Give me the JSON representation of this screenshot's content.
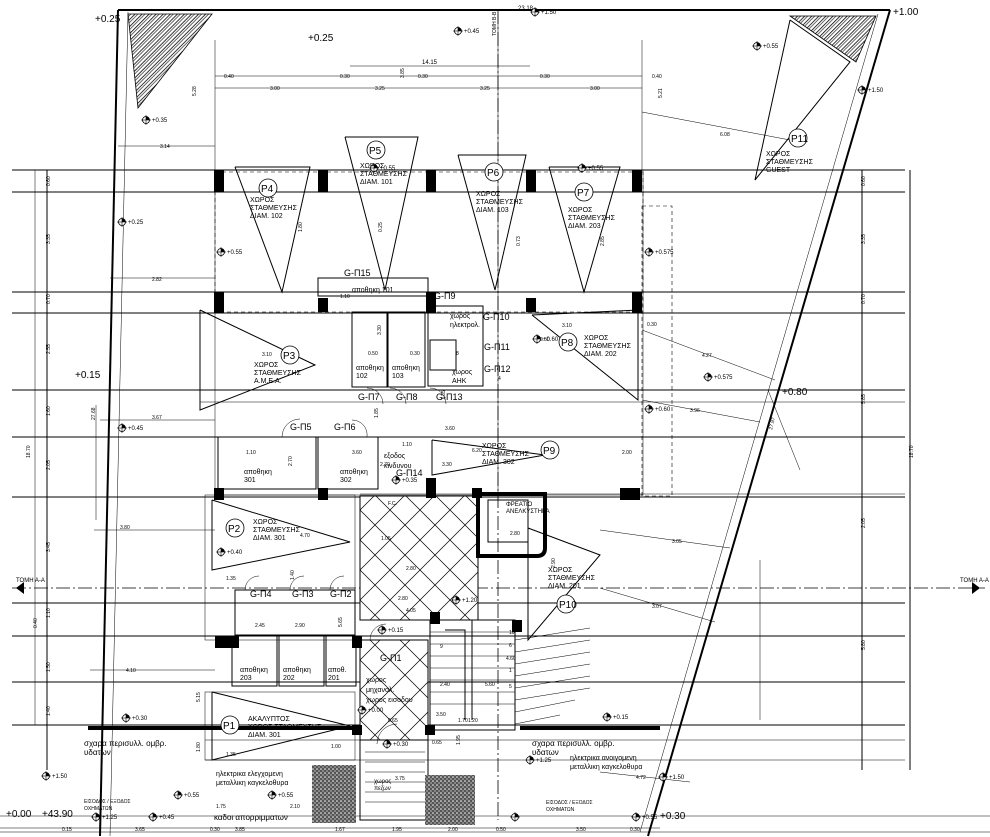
{
  "levels": {
    "top_left": "+0.25",
    "top_mid": "+0.25",
    "top_right": "+1.00",
    "left_mid": "+0.15",
    "right_mid": "+0.80",
    "bottom_left": "+0.00",
    "bottom_left_b": "+43.90",
    "bottom_right": "+0.30",
    "spots": [
      "+0.45",
      "+1.50",
      "+0.55",
      "+0.35",
      "+1.50",
      "+0.55",
      "+0.55",
      "+0.25",
      "+0.55",
      "+0.575",
      "+0.60",
      "+0.575",
      "+0.60",
      "+0.45",
      "+0.40",
      "+0.35",
      "+1.20",
      "+0.15",
      "+0.00",
      "+0.30",
      "+1.25",
      "+0.15",
      "+1.50",
      "+0.30",
      "+1.25",
      "+0.45",
      "+0.55",
      "+0.55",
      "+1.50",
      "+0.55"
    ]
  },
  "sections": {
    "left": "ΤΟΜΗ Α-Α",
    "right": "ΤΟΜΗ Α-Α",
    "top": "ΤΟΜΗ Β-Β"
  },
  "dims": {
    "top_total": "23.18",
    "top_inner": "14.15",
    "top_segments": [
      "0.40",
      "3.00",
      "0.30",
      "3.25",
      "0.30",
      "3.25",
      "0.30",
      "3.00",
      "0.40"
    ],
    "top_v": [
      "3.85",
      "5.28",
      "5.21"
    ],
    "left_v": [
      "0.60",
      "3.35",
      "0.70",
      "2.55",
      "1.60",
      "2.05",
      "3.45",
      "1.10",
      "0.40",
      "1.50",
      "1.40",
      "27.68",
      "18.70"
    ],
    "right_v": [
      "0.60",
      "3.35",
      "0.70",
      "5.85",
      "2.05",
      "5.80",
      "18.70",
      "27.97"
    ],
    "bottom": [
      "0.15",
      "3.65",
      "0.30",
      "3.85",
      "1.67",
      "1.95",
      "2.00",
      "0.50",
      "3.50",
      "0.30"
    ],
    "misc": [
      "3.14",
      "2.82",
      "3.67",
      "3.80",
      "4.10",
      "6.08",
      "4.27",
      "3.96",
      "3.05",
      "3.07",
      "4.72",
      "4.70",
      "3.10",
      "3.10",
      "6.20",
      "0.50",
      "0.30",
      "0.50",
      "0.30",
      "1.10",
      "1.10",
      "3.60",
      "1.10",
      "3.30",
      "2.00",
      "1.80",
      "0.25",
      "0.73",
      "2.85",
      "2.70",
      "2.70",
      "3.60",
      "3.30",
      "1.85",
      "1.85",
      "2.90",
      "2.45",
      "2.90",
      "5.65",
      "1.40",
      "1.35",
      "1.35",
      "1.05",
      "2.80",
      "2.80",
      "2.80",
      "4.05",
      "0.65",
      "0.65",
      "3.75",
      "1.95",
      "5.15",
      "1.80",
      "1.00",
      "1.75",
      "2.10",
      "3.50",
      "4.60",
      "5.60",
      "2.40",
      "1.70",
      "1.20",
      "10",
      "6",
      "1",
      "5",
      "9",
      "8",
      "7",
      "4",
      "3",
      "2",
      "6",
      "10",
      "1.55",
      "0.65",
      "0.85"
    ]
  },
  "parking": [
    {
      "id": "P1",
      "lines": [
        "ΑΚΑΛΥΠΤΟΣ",
        "ΧΩΡΟΣ ΣΤΑΘΜΕΥΣΗΣ",
        "ΔΙΑΜ. 301"
      ]
    },
    {
      "id": "P2",
      "lines": [
        "ΧΩΡΟΣ",
        "ΣΤΑΘΜΕΥΣΗΣ",
        "ΔΙΑΜ. 301"
      ]
    },
    {
      "id": "P3",
      "lines": [
        "ΧΩΡΟΣ",
        "ΣΤΑΘΜΕΥΣΗΣ",
        "Α.Μ.Ε.Α."
      ]
    },
    {
      "id": "P4",
      "lines": [
        "ΧΩΡΟΣ",
        "ΣΤΑΘΜΕΥΣΗΣ",
        "ΔΙΑΜ. 102"
      ]
    },
    {
      "id": "P5",
      "lines": [
        "ΧΩΡΟΣ",
        "ΣΤΑΘΜΕΥΣΗΣ",
        "ΔΙΑΜ. 101"
      ]
    },
    {
      "id": "P6",
      "lines": [
        "ΧΩΡΟΣ",
        "ΣΤΑΘΜΕΥΣΗΣ",
        "ΔΙΑΜ. 103"
      ]
    },
    {
      "id": "P7",
      "lines": [
        "ΧΩΡΟΣ",
        "ΣΤΑΘΜΕΥΣΗΣ",
        "ΔΙΑΜ. 203"
      ]
    },
    {
      "id": "P8",
      "lines": [
        "ΧΩΡΟΣ",
        "ΣΤΑΘΜΕΥΣΗΣ",
        "ΔΙΑΜ. 202"
      ]
    },
    {
      "id": "P9",
      "lines": [
        "ΧΩΡΟΣ",
        "ΣΤΑΘΜΕΥΣΗΣ",
        "ΔΙΑΜ. 302"
      ]
    },
    {
      "id": "P10",
      "lines": [
        "ΧΩΡΟΣ",
        "ΣΤΑΘΜΕΥΣΗΣ",
        "ΔΙΑΜ. 201"
      ]
    },
    {
      "id": "P11",
      "lines": [
        "ΧΩΡΟΣ",
        "ΣΤΑΘΜΕΥΣΗΣ",
        "GUEST"
      ]
    }
  ],
  "storage": {
    "s101": [
      "αποθηκη 101"
    ],
    "s102": [
      "αποθηκη",
      "102"
    ],
    "s103": [
      "αποθηκη",
      "103"
    ],
    "s301": [
      "αποθηκη",
      "301"
    ],
    "s302": [
      "αποθηκη",
      "302"
    ],
    "s203": [
      "αποθηκη",
      "203"
    ],
    "s202": [
      "αποθηκη",
      "202"
    ],
    "s201": [
      "αποθ.",
      "201"
    ]
  },
  "tags": [
    "G-Π15",
    "G-Π9",
    "G-Π10",
    "G-Π11",
    "G-Π12",
    "G-Π7",
    "G-Π8",
    "G-Π13",
    "G-Π5",
    "G-Π6",
    "G-Π14",
    "G-Π4",
    "G-Π3",
    "G-Π2",
    "G-Π1"
  ],
  "labels": {
    "elec_room": [
      "χωρος",
      "ηλεκτρολ."
    ],
    "ahk_room": [
      "χωρος",
      "ΑΗΚ"
    ],
    "exit_stairs": [
      "εξοδος",
      "κινδυνου"
    ],
    "well": [
      "ΦΡΕΑΤΙΟ",
      "ΑΝΕΛΚΥΣΤΗΡΑ"
    ],
    "mech_room": [
      "χωρος",
      "μηχανολ.",
      "χωρος εισοδου"
    ],
    "bins": [
      "χωρος",
      "πεζων"
    ],
    "grate_left": [
      "σχαρα περισυλλ. ομβρ.",
      "υδατων"
    ],
    "grate_right": [
      "σχαρα περισυλλ. ομβρ.",
      "υδατων"
    ],
    "gate_left": [
      "ηλεκτρικα ελεγχομενη",
      "μεταλλικη καγκελοθυρα"
    ],
    "gate_right": [
      "ηλεκτρικα ανοιγομενη",
      "μεταλλικη καγκελοθυρα"
    ],
    "entry_left": [
      "ΕΙΣΟΔΟΣ / ΕΞΟΔΟΣ",
      "ΟΧΗΜΑΤΩΝ"
    ],
    "entry_right": [
      "ΕΙΣΟΔΟΣ / ΕΞΟΔΟΣ",
      "ΟΧΗΜΑΤΩΝ"
    ],
    "bin_room": [
      "καδοι απορριμματων"
    ],
    "fc": "F.C."
  }
}
